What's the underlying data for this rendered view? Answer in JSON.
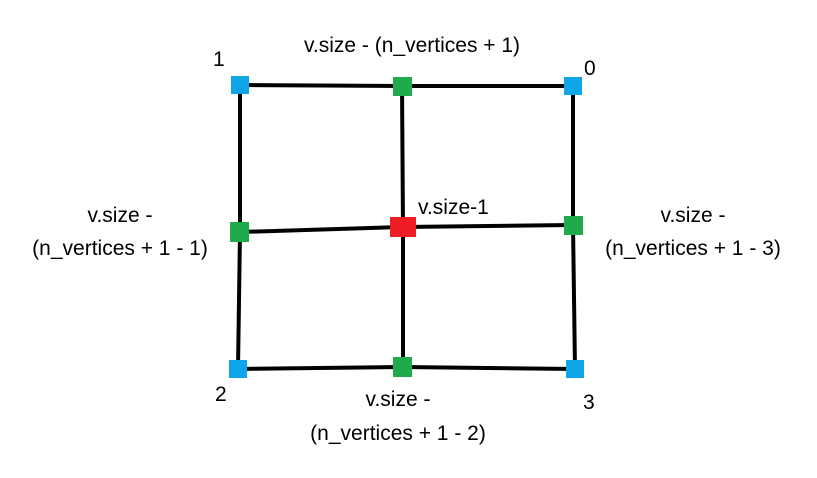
{
  "colors": {
    "corner_vertex": "#0ea5e9",
    "edge_vertex": "#1faa4b",
    "center_vertex": "#ee1c25",
    "edge_line": "#000000"
  },
  "labels": {
    "corner_1": "1",
    "corner_0": "0",
    "corner_2": "2",
    "corner_3": "3",
    "top_mid": "v.size - (n_vertices + 1)",
    "center": "v.size-1",
    "left_mid_line1": "v.size -",
    "left_mid_line2": "(n_vertices + 1 - 1)",
    "right_mid_line1": "v.size -",
    "right_mid_line2": "(n_vertices + 1 - 3)",
    "bottom_mid_line1": "v.size -",
    "bottom_mid_line2": "(n_vertices + 1 - 2)"
  }
}
